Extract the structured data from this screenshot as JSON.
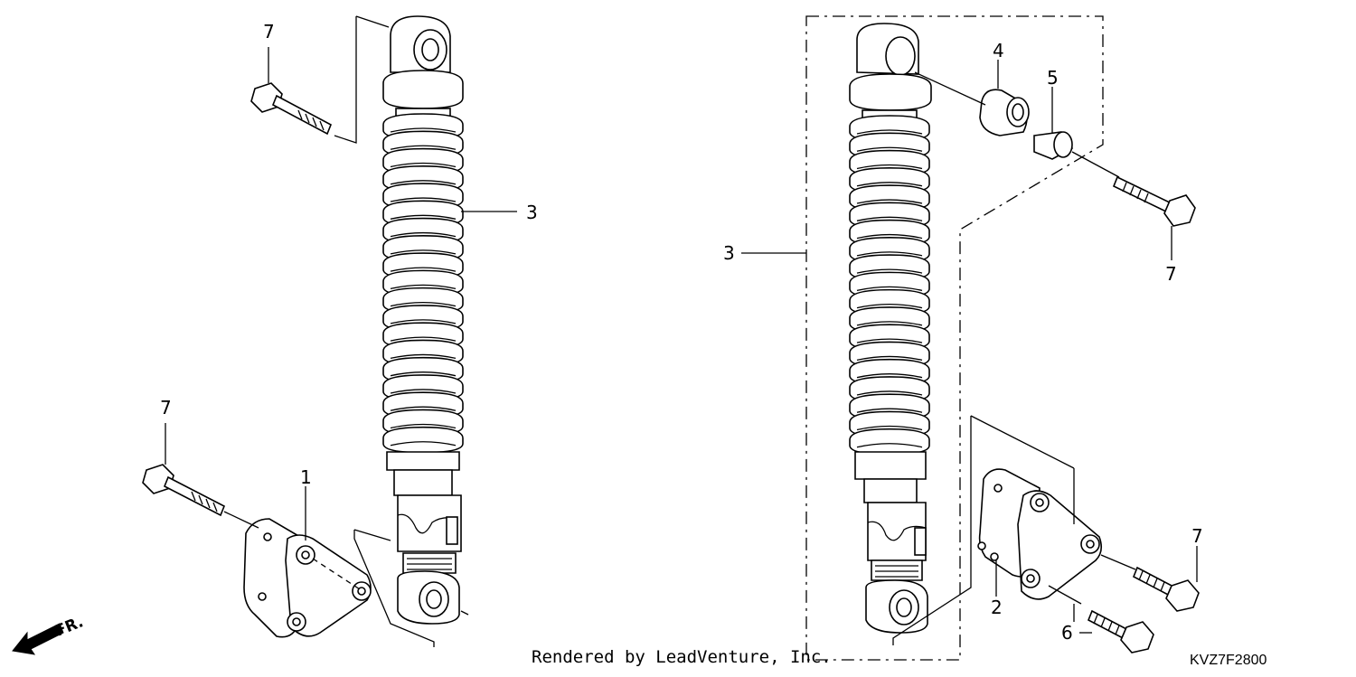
{
  "callouts": [
    {
      "id": "left-bolt-top",
      "label": "7"
    },
    {
      "id": "left-shock",
      "label": "3"
    },
    {
      "id": "left-bolt-bottom",
      "label": "7"
    },
    {
      "id": "left-bracket",
      "label": "1"
    },
    {
      "id": "right-shock",
      "label": "3"
    },
    {
      "id": "bushing",
      "label": "4"
    },
    {
      "id": "collar",
      "label": "5"
    },
    {
      "id": "right-bolt-top",
      "label": "7"
    },
    {
      "id": "right-bracket",
      "label": "2"
    },
    {
      "id": "right-bolt-bottom",
      "label": "7"
    },
    {
      "id": "right-bolt-small",
      "label": "6"
    }
  ],
  "direction_label": "FR.",
  "footer_text": "Rendered by LeadVenture, Inc.",
  "diagram_code": "KVZ7F2800"
}
